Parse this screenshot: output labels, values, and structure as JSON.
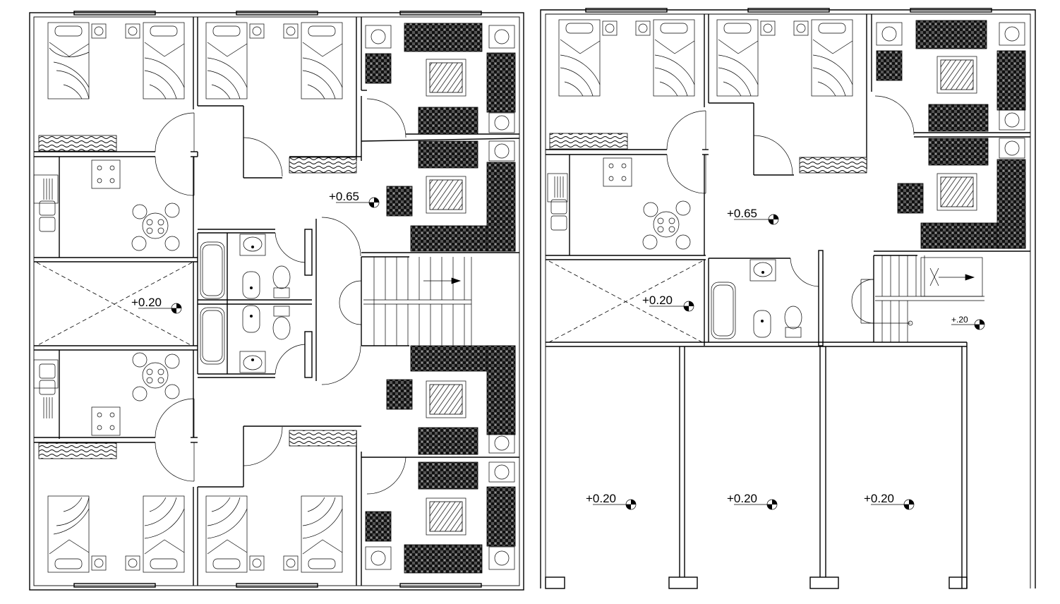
{
  "drawing": {
    "left_plan": {
      "levels": [
        "+0.65",
        "+0.20"
      ]
    },
    "right_plan": {
      "levels": [
        "+0.65",
        "+0.20",
        "+.20",
        "+0.20",
        "+0.20",
        "+0.20"
      ]
    }
  },
  "colors": {
    "line": "#000000",
    "background": "#ffffff"
  }
}
